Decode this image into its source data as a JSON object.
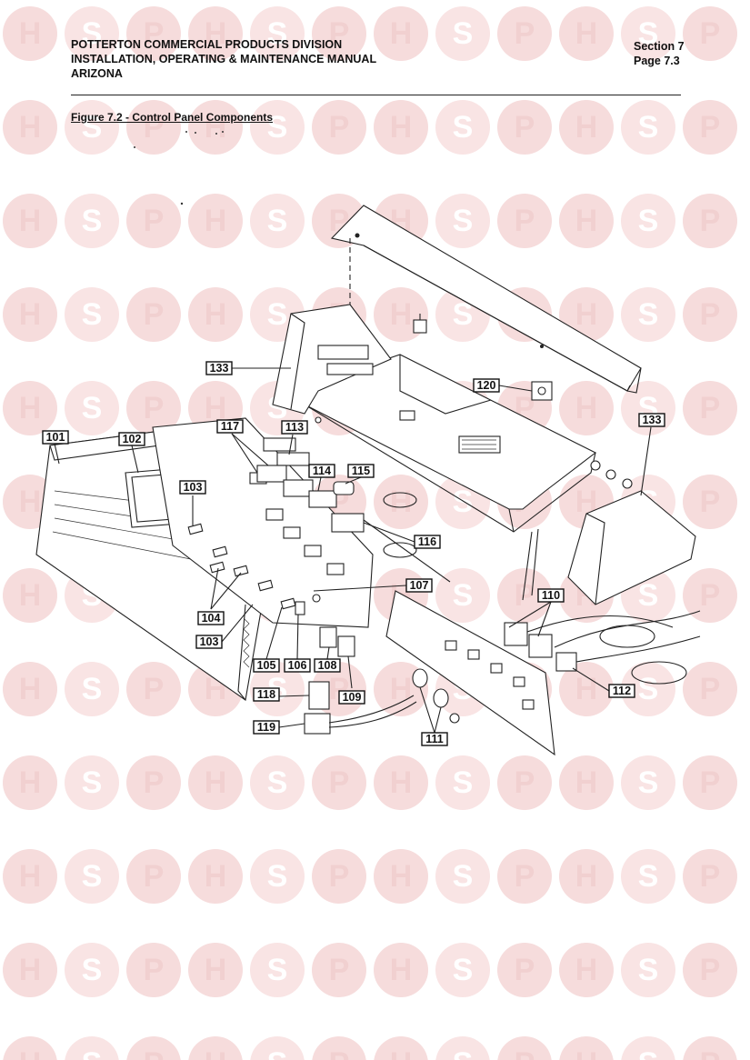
{
  "header": {
    "line1": "POTTERTON COMMERCIAL PRODUCTS DIVISION",
    "line2": "INSTALLATION, OPERATING & MAINTENANCE MANUAL",
    "line3": "ARIZONA",
    "section": "Section 7",
    "page": "Page  7.3"
  },
  "figure": {
    "caption": "Figure 7.2  -  Control Panel Components"
  },
  "watermark": {
    "letters": [
      "H",
      "S",
      "P"
    ],
    "circle_color": "#f6dcdc",
    "letter_color": "#f1d0d0",
    "accent_circle_color": "#f9e4e4"
  },
  "part_labels": [
    {
      "id": "133",
      "text": "133"
    },
    {
      "id": "120",
      "text": "120"
    },
    {
      "id": "133b",
      "text": "133"
    },
    {
      "id": "117",
      "text": "117"
    },
    {
      "id": "113",
      "text": "113"
    },
    {
      "id": "101",
      "text": "101"
    },
    {
      "id": "102",
      "text": "102"
    },
    {
      "id": "114",
      "text": "114"
    },
    {
      "id": "115",
      "text": "115"
    },
    {
      "id": "103",
      "text": "103"
    },
    {
      "id": "116",
      "text": "116"
    },
    {
      "id": "107",
      "text": "107"
    },
    {
      "id": "110",
      "text": "110"
    },
    {
      "id": "104",
      "text": "104"
    },
    {
      "id": "103b",
      "text": "103"
    },
    {
      "id": "105",
      "text": "105"
    },
    {
      "id": "106",
      "text": "106"
    },
    {
      "id": "108",
      "text": "108"
    },
    {
      "id": "112",
      "text": "112"
    },
    {
      "id": "118",
      "text": "118"
    },
    {
      "id": "109",
      "text": "109"
    },
    {
      "id": "119",
      "text": "119"
    },
    {
      "id": "111",
      "text": "111"
    }
  ]
}
